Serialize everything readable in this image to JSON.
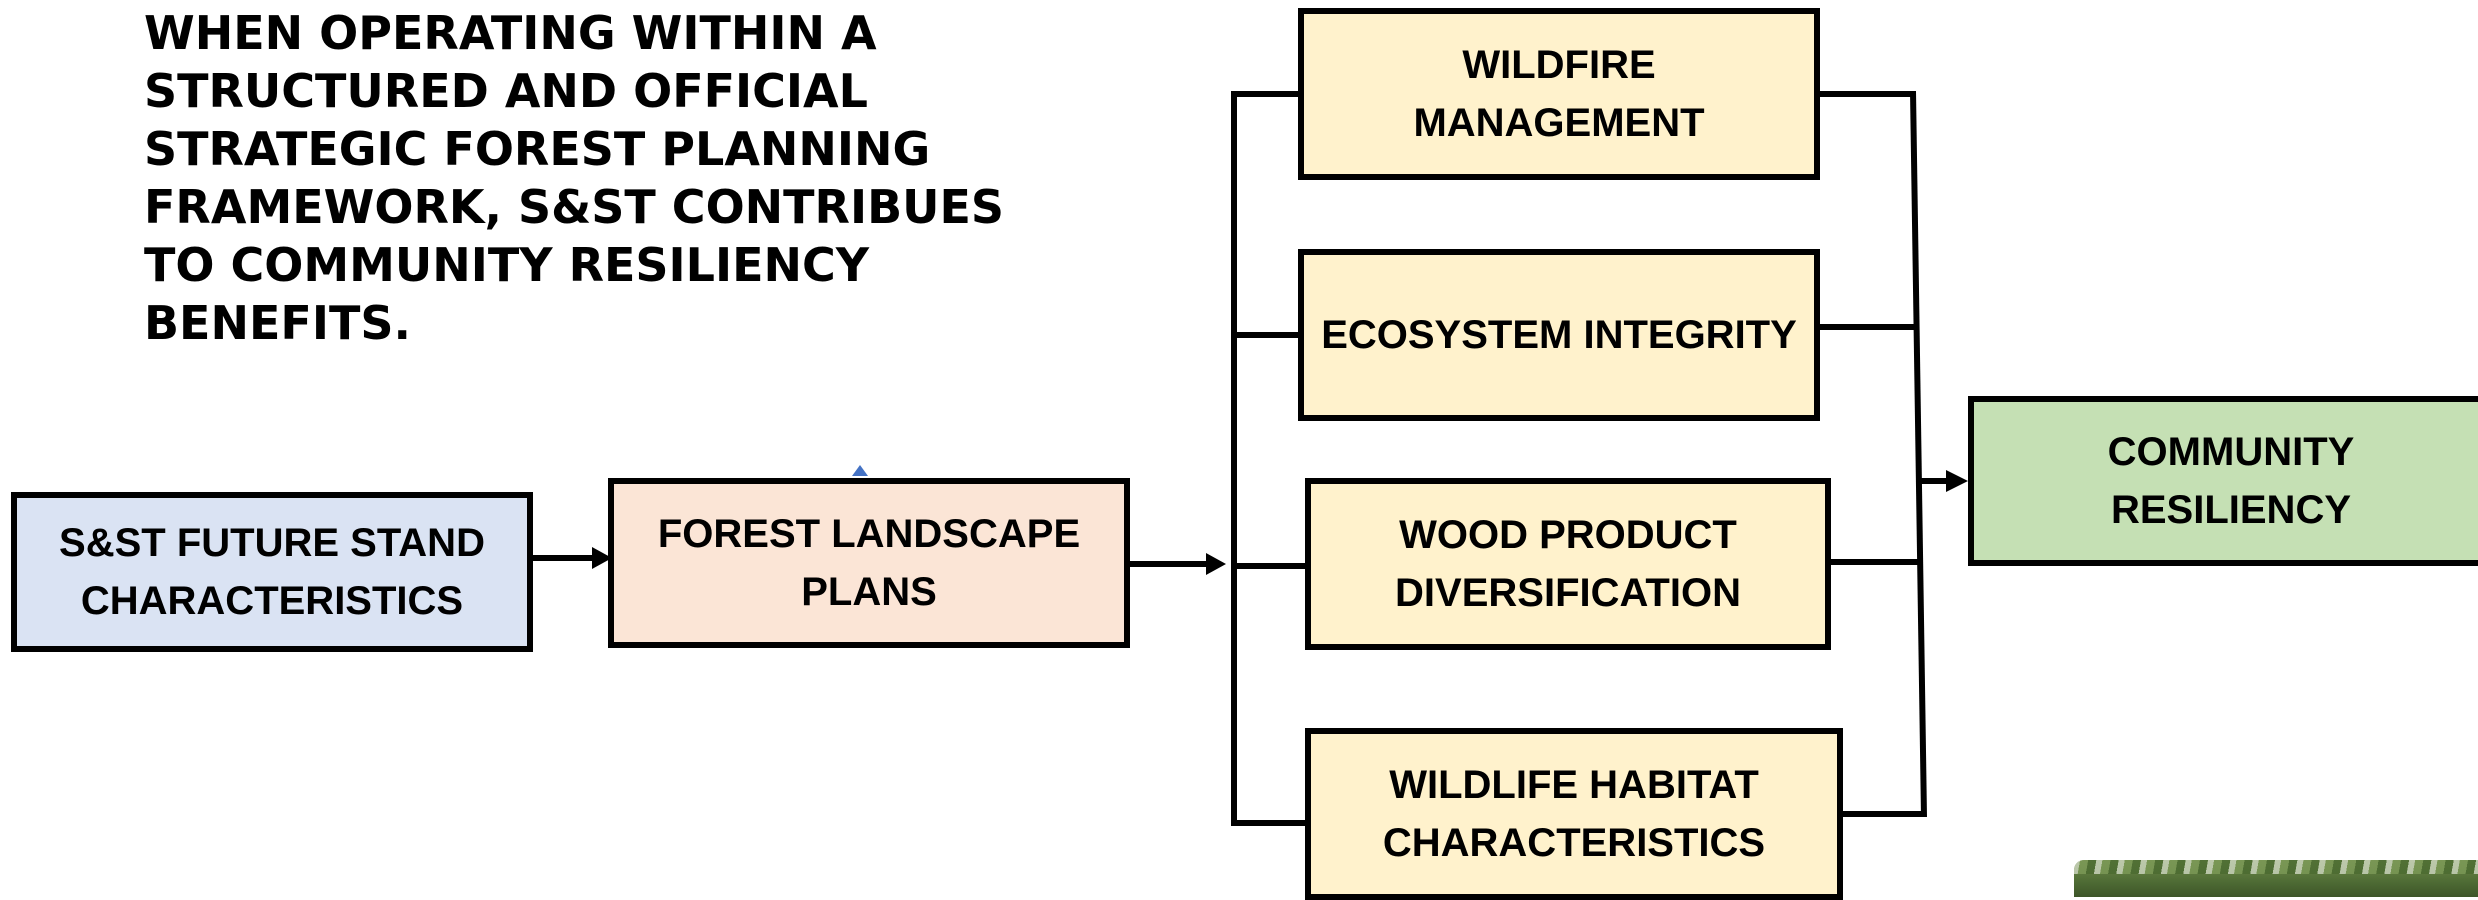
{
  "headline": {
    "lines": [
      "WHEN OPERATING WITHIN A",
      "STRUCTURED AND OFFICIAL",
      "STRATEGIC FOREST PLANNING",
      "FRAMEWORK, S&ST CONTRIBUES",
      "TO COMMUNITY RESILIENCY",
      "BENEFITS."
    ]
  },
  "nodes": {
    "future_stand": {
      "lines": [
        "S&ST FUTURE STAND",
        "CHARACTERISTICS"
      ]
    },
    "forest_landscape": {
      "lines": [
        "FOREST LANDSCAPE",
        "PLANS"
      ]
    },
    "wildfire": {
      "lines": [
        "WILDFIRE",
        "MANAGEMENT"
      ]
    },
    "ecosystem": {
      "lines": [
        "ECOSYSTEM INTEGRITY"
      ]
    },
    "wood_product": {
      "lines": [
        "WOOD PRODUCT",
        "DIVERSIFICATION"
      ]
    },
    "wildlife": {
      "lines": [
        "WILDLIFE HABITAT",
        "CHARACTERISTICS"
      ]
    },
    "community": {
      "lines": [
        "COMMUNITY",
        "RESILIENCY"
      ]
    }
  },
  "colors": {
    "blue_box": "#dae3f3",
    "peach_box": "#fbe5d6",
    "yellow_box": "#fff2cc",
    "green_box": "#c5e0b4",
    "stroke": "#000000"
  }
}
